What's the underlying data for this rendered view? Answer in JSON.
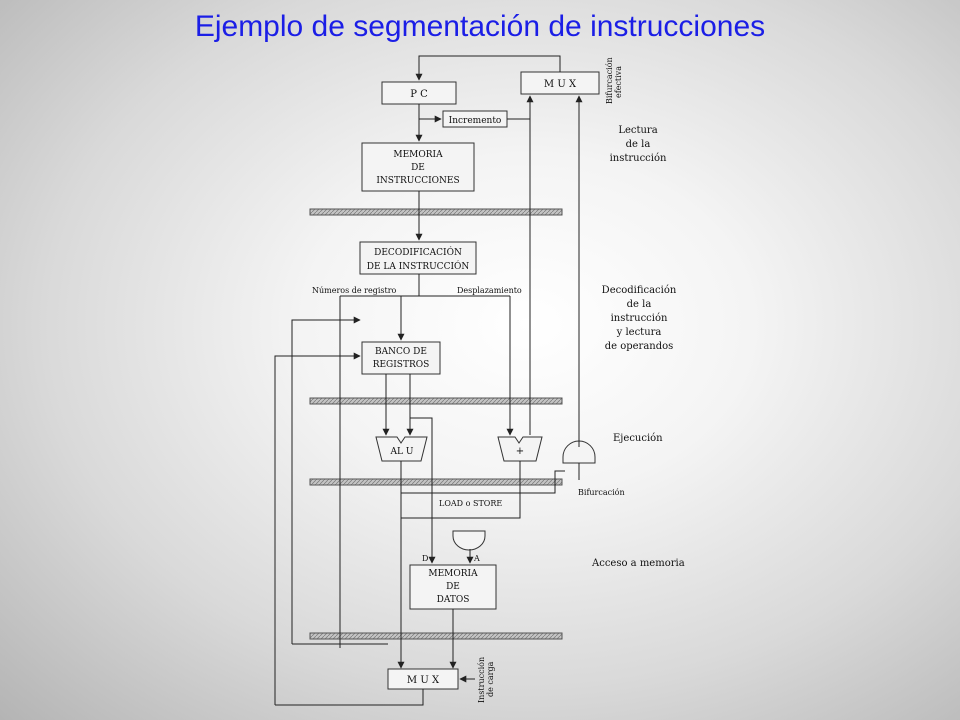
{
  "title": "Ejemplo de segmentación de instrucciones",
  "blocks": {
    "pc": "P C",
    "mux_top": "M U X",
    "incremento": "Incremento",
    "mem_instr": [
      "MEMORIA",
      "DE",
      "INSTRUCCIONES"
    ],
    "decod": [
      "DECODIFICACIÓN",
      "DE LA INSTRUCCIÓN"
    ],
    "banco": [
      "BANCO DE",
      "REGISTROS"
    ],
    "alu": "AL U",
    "adder": "+",
    "mem_datos": [
      "MEMORIA",
      "DE",
      "DATOS"
    ],
    "mux_bottom": "M U X"
  },
  "labels": {
    "bifurcacion_efectiva": [
      "Bifurcación",
      "efectiva"
    ],
    "numeros_registro": "Números de registro",
    "desplazamiento": "Desplazamiento",
    "bifurcacion": "Bifurcación",
    "load_store": "LOAD o STORE",
    "d": "D",
    "a": "A",
    "instruccion_carga": [
      "Instrucción",
      "de carga"
    ]
  },
  "stages": {
    "lectura": [
      "Lectura",
      "de la",
      "instrucción"
    ],
    "decodificacion": [
      "Decodificación",
      "de la",
      "instrucción",
      "y lectura",
      "de operandos"
    ],
    "ejecucion": "Ejecución",
    "acceso": "Acceso a memoria"
  }
}
